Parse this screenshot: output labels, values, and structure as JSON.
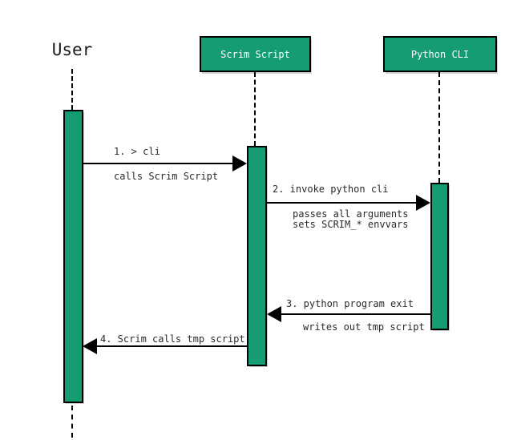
{
  "diagram": {
    "type": "sequence",
    "colors": {
      "actor_fill": "#169c72",
      "actor_border": "#000000",
      "actor_text": "#ffffff",
      "line": "#000000",
      "text": "#2a2a2a",
      "background": "#ffffff"
    },
    "participants": [
      {
        "id": "user",
        "label": "User",
        "kind": "plain-text-actor"
      },
      {
        "id": "scrim-script",
        "label": "Scrim Script",
        "kind": "box"
      },
      {
        "id": "python-cli",
        "label": "Python CLI",
        "kind": "box"
      }
    ],
    "messages": [
      {
        "label": "1. > cli",
        "notes": [
          "calls Scrim Script"
        ],
        "from": "user",
        "to": "scrim-script",
        "direction": "right"
      },
      {
        "label": "2. invoke python cli",
        "notes": [
          "passes all arguments",
          "sets SCRIM_* envvars"
        ],
        "from": "scrim-script",
        "to": "python-cli",
        "direction": "right"
      },
      {
        "label": "3. python program exit",
        "notes": [
          "writes out tmp script"
        ],
        "from": "python-cli",
        "to": "scrim-script",
        "direction": "left"
      },
      {
        "label": "4. Scrim calls tmp script",
        "notes": [],
        "from": "scrim-script",
        "to": "user",
        "direction": "left"
      }
    ]
  }
}
